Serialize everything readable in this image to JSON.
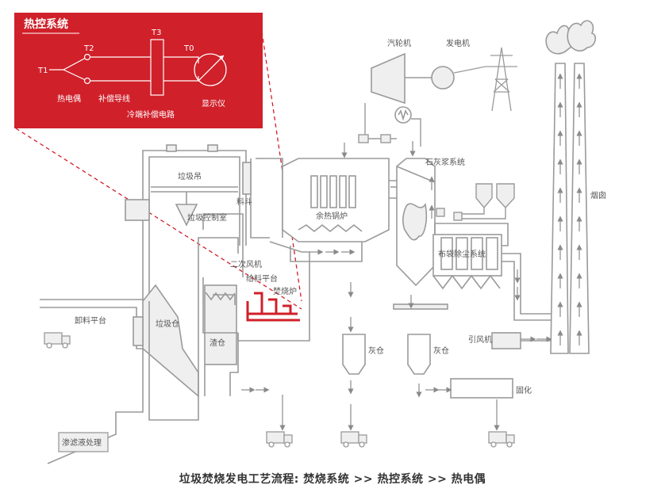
{
  "inset": {
    "title": "热控系统",
    "labels": {
      "t1": "T1",
      "t2": "T2",
      "t3": "T3",
      "t0": "T0",
      "thermocouple": "热电偶",
      "comp_wire": "补偿导线",
      "cold_junction": "冷端补偿电路",
      "display": "显示仪"
    }
  },
  "labels": {
    "turbine": "汽轮机",
    "generator": "发电机",
    "chimney": "烟囱",
    "lime_slurry": "石灰浆系统",
    "waste_crane": "垃圾吊",
    "waste_control_room": "垃圾控制室",
    "hopper": "料斗",
    "waste_heat_boiler": "余热锅炉",
    "baghouse": "布袋除尘系统",
    "secondary_fan": "二次风机",
    "feeding_platform": "给料平台",
    "incinerator": "焚烧炉",
    "unloading_platform": "卸料平台",
    "waste_bunker": "垃圾仓",
    "slag_bunker": "渣仓",
    "ash_bin_1": "灰仓",
    "ash_bin_2": "灰仓",
    "induced_fan": "引风机",
    "solidify": "固化",
    "leachate": "渗滤液处理"
  },
  "caption": "垃圾焚烧发电工艺流程: 焚烧系统 >> 热控系统 >> 热电偶",
  "colors": {
    "accent": "#d0202a",
    "line": "#9a9a9a",
    "arrow": "#8a8a8a",
    "fill": "#efefef"
  }
}
